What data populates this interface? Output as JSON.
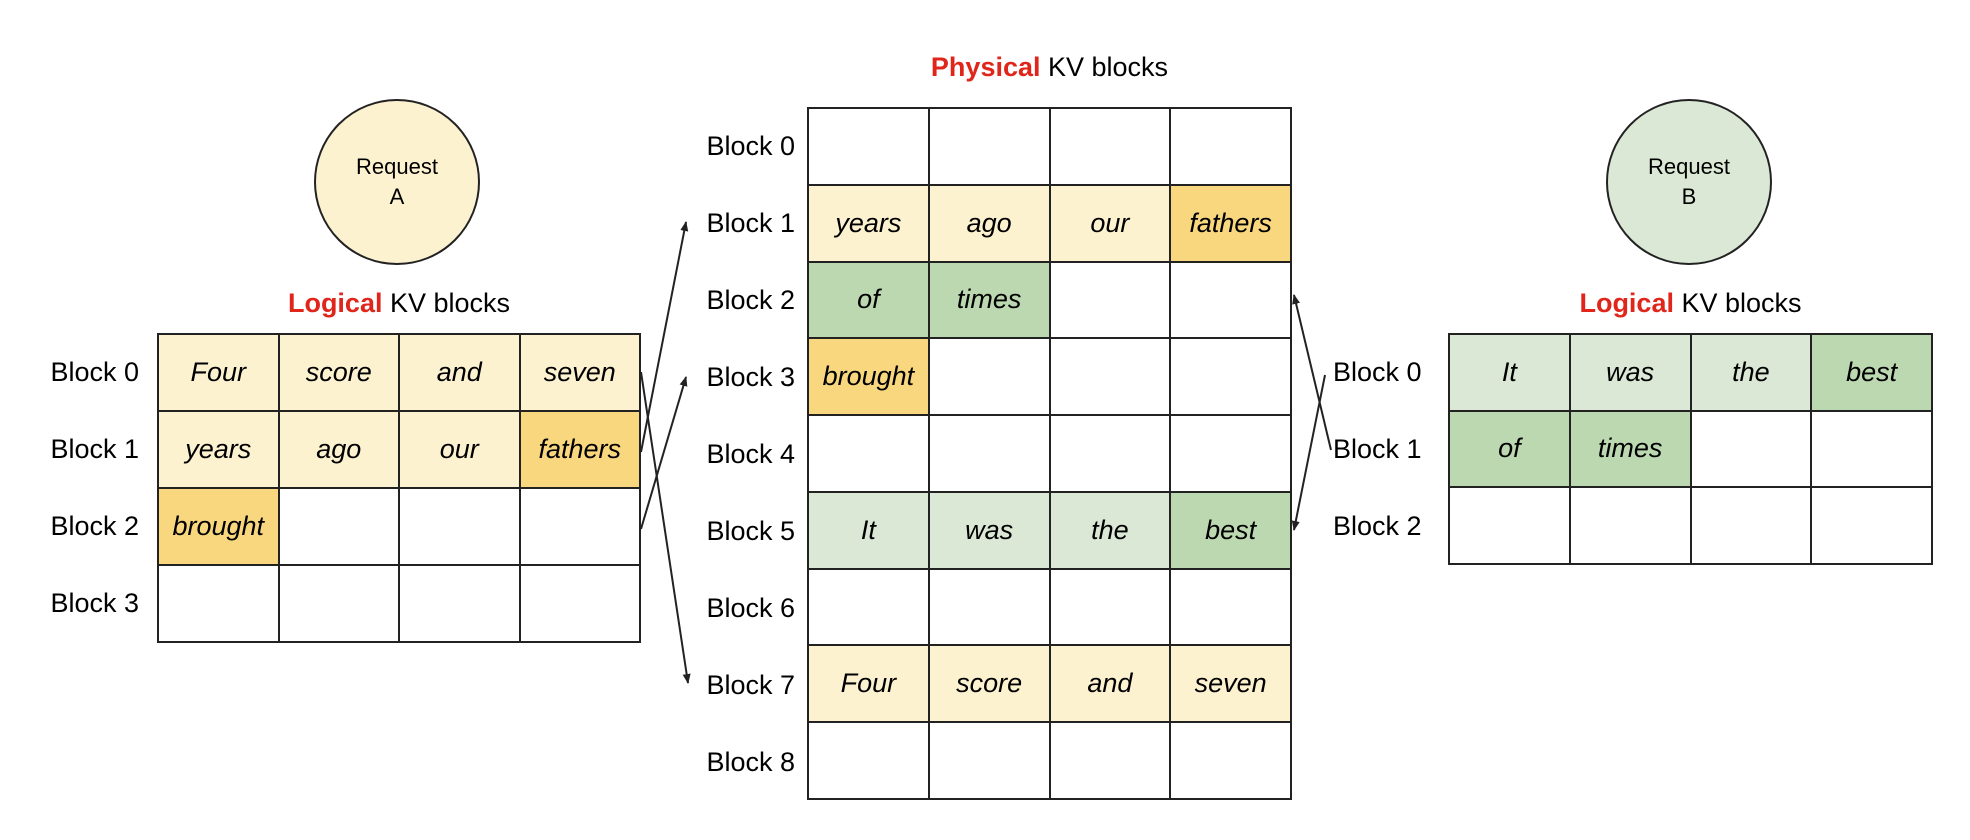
{
  "physical": {
    "title_accent": "Physical",
    "title_rest": " KV blocks",
    "row_labels": [
      "Block 0",
      "Block 1",
      "Block 2",
      "Block 3",
      "Block 4",
      "Block 5",
      "Block 6",
      "Block 7",
      "Block 8"
    ],
    "rows": [
      [
        {
          "text": "",
          "fill": ""
        },
        {
          "text": "",
          "fill": ""
        },
        {
          "text": "",
          "fill": ""
        },
        {
          "text": "",
          "fill": ""
        }
      ],
      [
        {
          "text": "years",
          "fill": "yl"
        },
        {
          "text": "ago",
          "fill": "yl"
        },
        {
          "text": "our",
          "fill": "yl"
        },
        {
          "text": "fathers",
          "fill": "yd"
        }
      ],
      [
        {
          "text": "of",
          "fill": "gd"
        },
        {
          "text": "times",
          "fill": "gd"
        },
        {
          "text": "",
          "fill": ""
        },
        {
          "text": "",
          "fill": ""
        }
      ],
      [
        {
          "text": "brought",
          "fill": "yd"
        },
        {
          "text": "",
          "fill": ""
        },
        {
          "text": "",
          "fill": ""
        },
        {
          "text": "",
          "fill": ""
        }
      ],
      [
        {
          "text": "",
          "fill": ""
        },
        {
          "text": "",
          "fill": ""
        },
        {
          "text": "",
          "fill": ""
        },
        {
          "text": "",
          "fill": ""
        }
      ],
      [
        {
          "text": "It",
          "fill": "gl"
        },
        {
          "text": "was",
          "fill": "gl"
        },
        {
          "text": "the",
          "fill": "gl"
        },
        {
          "text": "best",
          "fill": "gd"
        }
      ],
      [
        {
          "text": "",
          "fill": ""
        },
        {
          "text": "",
          "fill": ""
        },
        {
          "text": "",
          "fill": ""
        },
        {
          "text": "",
          "fill": ""
        }
      ],
      [
        {
          "text": "Four",
          "fill": "yl"
        },
        {
          "text": "score",
          "fill": "yl"
        },
        {
          "text": "and",
          "fill": "yl"
        },
        {
          "text": "seven",
          "fill": "yl"
        }
      ],
      [
        {
          "text": "",
          "fill": ""
        },
        {
          "text": "",
          "fill": ""
        },
        {
          "text": "",
          "fill": ""
        },
        {
          "text": "",
          "fill": ""
        }
      ]
    ]
  },
  "request_a": {
    "circle_line1": "Request",
    "circle_line2": "A",
    "title_accent": "Logical",
    "title_rest": " KV blocks",
    "row_labels": [
      "Block 0",
      "Block 1",
      "Block 2",
      "Block 3"
    ],
    "rows": [
      [
        {
          "text": "Four",
          "fill": "yl"
        },
        {
          "text": "score",
          "fill": "yl"
        },
        {
          "text": "and",
          "fill": "yl"
        },
        {
          "text": "seven",
          "fill": "yl"
        }
      ],
      [
        {
          "text": "years",
          "fill": "yl"
        },
        {
          "text": "ago",
          "fill": "yl"
        },
        {
          "text": "our",
          "fill": "yl"
        },
        {
          "text": "fathers",
          "fill": "yd"
        }
      ],
      [
        {
          "text": "brought",
          "fill": "yd"
        },
        {
          "text": "",
          "fill": ""
        },
        {
          "text": "",
          "fill": ""
        },
        {
          "text": "",
          "fill": ""
        }
      ],
      [
        {
          "text": "",
          "fill": ""
        },
        {
          "text": "",
          "fill": ""
        },
        {
          "text": "",
          "fill": ""
        },
        {
          "text": "",
          "fill": ""
        }
      ]
    ]
  },
  "request_b": {
    "circle_line1": "Request",
    "circle_line2": "B",
    "title_accent": "Logical",
    "title_rest": " KV blocks",
    "row_labels": [
      "Block 0",
      "Block 1",
      "Block 2"
    ],
    "rows": [
      [
        {
          "text": "It",
          "fill": "gl"
        },
        {
          "text": "was",
          "fill": "gl"
        },
        {
          "text": "the",
          "fill": "gl"
        },
        {
          "text": "best",
          "fill": "gd"
        }
      ],
      [
        {
          "text": "of",
          "fill": "gd"
        },
        {
          "text": "times",
          "fill": "gd"
        },
        {
          "text": "",
          "fill": ""
        },
        {
          "text": "",
          "fill": ""
        }
      ],
      [
        {
          "text": "",
          "fill": ""
        },
        {
          "text": "",
          "fill": ""
        },
        {
          "text": "",
          "fill": ""
        },
        {
          "text": "",
          "fill": ""
        }
      ]
    ]
  },
  "colors": {
    "accent_red": "#e0251b",
    "request_a_circle": "#fdf2d0",
    "request_b_circle": "#dbe8d5",
    "yellow_light": "#fdf2d0",
    "yellow_dark": "#f9d77e",
    "green_light": "#dbe8d5",
    "green_dark": "#bcd8b0",
    "line": "#222222"
  }
}
